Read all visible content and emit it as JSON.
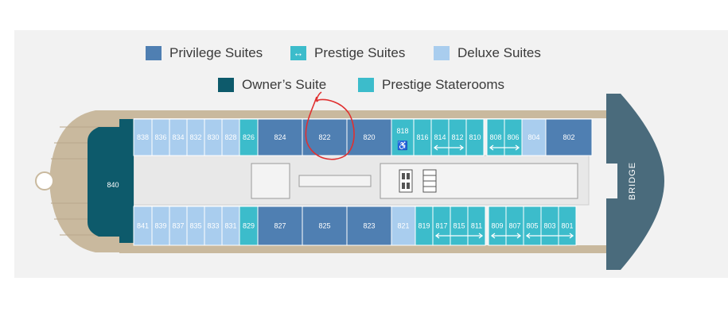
{
  "legend": [
    {
      "label": "Privilege Suites",
      "color": "#4f7fb2",
      "icon": "none"
    },
    {
      "label": "Prestige Suites",
      "color": "#3cbccb",
      "icon": "connecting-arrow"
    },
    {
      "label": "Deluxe Suites",
      "color": "#a9cdee",
      "icon": "none"
    },
    {
      "label": "Owner’s Suite",
      "color": "#0d5a6b",
      "icon": "none"
    },
    {
      "label": "Prestige Staterooms",
      "color": "#3cbccb",
      "icon": "none"
    }
  ],
  "colors": {
    "privilege": "#4f7fb2",
    "prestige": "#3cbccb",
    "deluxe": "#a9cdee",
    "owner": "#0d5a6b",
    "hull": "#4a6b7c",
    "deck_wood": "#c9b99e",
    "corridor": "#e6e6e6",
    "annotation": "#e03030"
  },
  "owner_suite": {
    "number": "840",
    "type": "owner"
  },
  "top_row": [
    {
      "number": "838",
      "type": "deluxe"
    },
    {
      "number": "836",
      "type": "deluxe"
    },
    {
      "number": "834",
      "type": "deluxe"
    },
    {
      "number": "832",
      "type": "deluxe"
    },
    {
      "number": "830",
      "type": "deluxe"
    },
    {
      "number": "828",
      "type": "deluxe"
    },
    {
      "number": "826",
      "type": "prestige"
    },
    {
      "number": "824",
      "type": "privilege"
    },
    {
      "number": "822",
      "type": "privilege"
    },
    {
      "number": "820",
      "type": "privilege"
    },
    {
      "number": "818",
      "type": "prestige",
      "accessible": true
    },
    {
      "number": "816",
      "type": "prestige"
    },
    {
      "number": "814",
      "type": "prestige"
    },
    {
      "number": "812",
      "type": "prestige"
    },
    {
      "number": "810",
      "type": "prestige"
    },
    {
      "number": "808",
      "type": "prestige"
    },
    {
      "number": "806",
      "type": "prestige"
    },
    {
      "number": "804",
      "type": "deluxe"
    },
    {
      "number": "802",
      "type": "privilege"
    }
  ],
  "bottom_row": [
    {
      "number": "841",
      "type": "deluxe"
    },
    {
      "number": "839",
      "type": "deluxe"
    },
    {
      "number": "837",
      "type": "deluxe"
    },
    {
      "number": "835",
      "type": "deluxe"
    },
    {
      "number": "833",
      "type": "deluxe"
    },
    {
      "number": "831",
      "type": "deluxe"
    },
    {
      "number": "829",
      "type": "prestige"
    },
    {
      "number": "827",
      "type": "privilege"
    },
    {
      "number": "825",
      "type": "privilege"
    },
    {
      "number": "823",
      "type": "privilege"
    },
    {
      "number": "821",
      "type": "deluxe"
    },
    {
      "number": "819",
      "type": "prestige"
    },
    {
      "number": "817",
      "type": "prestige"
    },
    {
      "number": "815",
      "type": "prestige"
    },
    {
      "number": "811",
      "type": "prestige"
    },
    {
      "number": "809",
      "type": "prestige"
    },
    {
      "number": "807",
      "type": "prestige"
    },
    {
      "number": "805",
      "type": "prestige"
    },
    {
      "number": "803",
      "type": "prestige"
    },
    {
      "number": "801",
      "type": "prestige"
    }
  ],
  "connecting_pairs": {
    "top": [
      [
        "814",
        "812"
      ],
      [
        "808",
        "806"
      ]
    ],
    "bottom": [
      [
        "817",
        "811"
      ],
      [
        "809",
        "807"
      ],
      [
        "805",
        "801"
      ]
    ]
  },
  "bridge_label": "BRIDGE",
  "annotation": {
    "circled_cabin": "822",
    "icon": "hand-drawn-circle"
  }
}
